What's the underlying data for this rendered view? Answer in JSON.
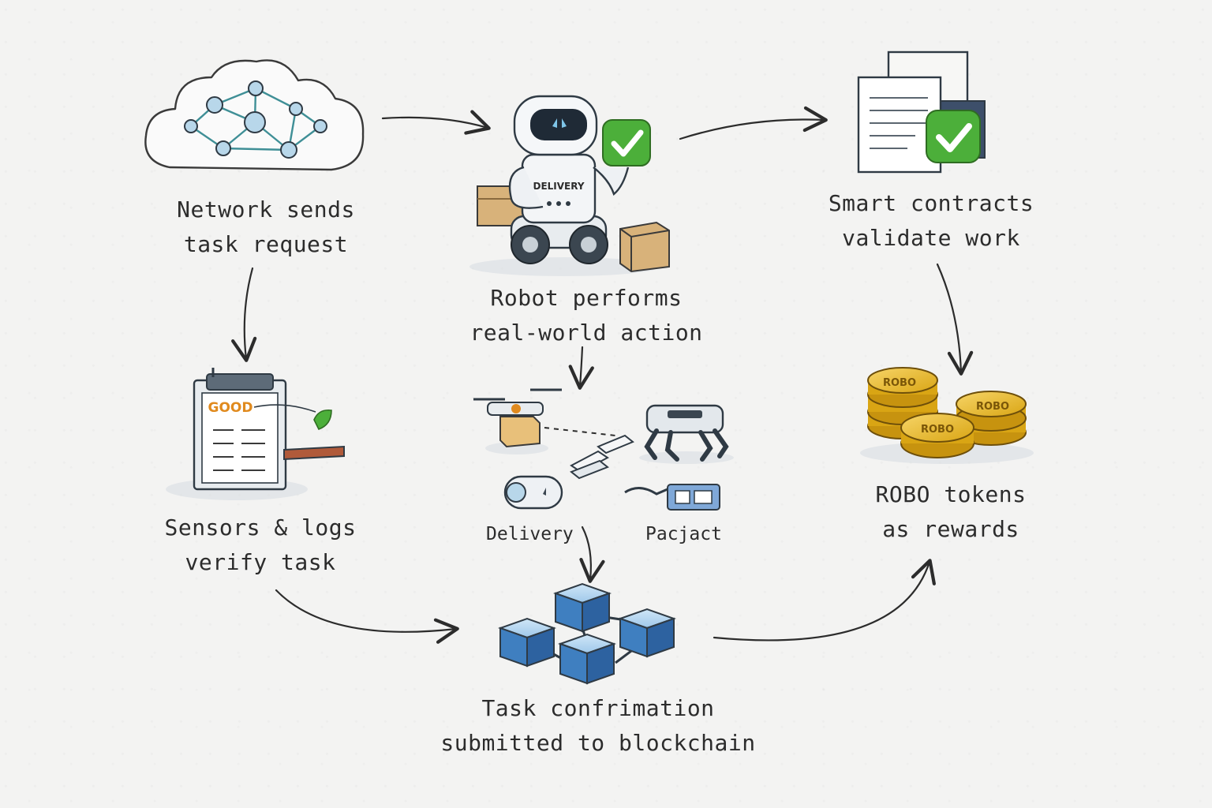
{
  "steps": {
    "network": {
      "line1": "Network sends",
      "line2": "task request"
    },
    "robot": {
      "line1": "Robot performs",
      "line2": "real-world action"
    },
    "contracts": {
      "line1": "Smart contracts",
      "line2": "validate work"
    },
    "sensors": {
      "line1": "Sensors & logs",
      "line2": "verify task"
    },
    "blockchain": {
      "line1": "Task confrimation",
      "line2": "submitted to blockchain"
    },
    "tokens": {
      "line1": "ROBO tokens",
      "line2": "as rewards"
    }
  },
  "robot_badge": "DELIVERY",
  "clipboard_word": "GOOD",
  "coin_label": "ROBO",
  "action_labels": {
    "delivery": "Delivery",
    "other": "Pacjact"
  },
  "colors": {
    "accent_blue": "#3f7fc0",
    "check_green": "#4caf3a",
    "coin_gold": "#e6b422",
    "ink": "#2c2c2c"
  }
}
